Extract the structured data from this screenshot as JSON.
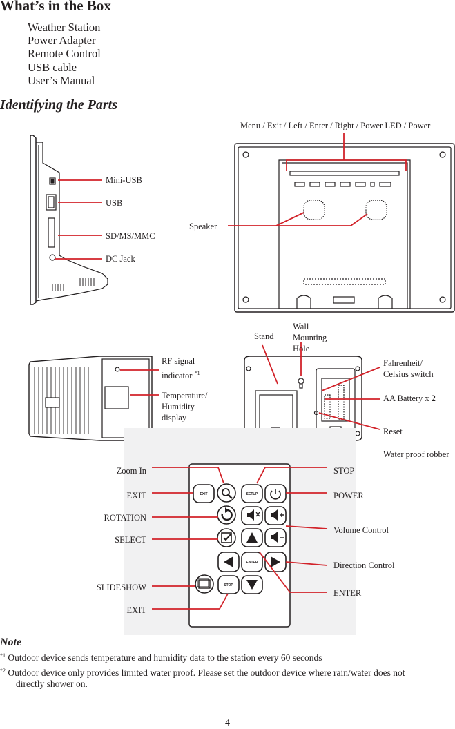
{
  "box": {
    "title": "What’s in the Box",
    "items": [
      "Weather Station",
      "Power Adapter",
      "Remote Control",
      "USB cable",
      "User’s Manual"
    ]
  },
  "parts": {
    "title": "Identifying the Parts",
    "side": {
      "mini_usb": "Mini-USB",
      "usb": "USB",
      "sd": "SD/MS/MMC",
      "dc": "DC Jack"
    },
    "back": {
      "top": "Menu / Exit / Left / Enter / Right / Power LED / Power",
      "speaker": "Speaker"
    },
    "outdoor": {
      "rf": "RF signal",
      "rf2": "indicator",
      "rf_sup": "*1",
      "temp": "Temperature/",
      "temp2": "Humidity",
      "temp3": "display",
      "stand": "Stand",
      "wall": "Wall",
      "wall2": "Mounting",
      "wall3": "Hole",
      "fahrenheit": "Fahrenheit/",
      "celsius": "Celsius switch",
      "battery": "AA Battery x 2",
      "reset": "Reset",
      "waterproof": "Water proof robber"
    },
    "remote": {
      "zoom_in": "Zoom In",
      "exit": "EXIT",
      "rotation": "ROTATION",
      "select": "SELECT",
      "slideshow": "SLIDESHOW",
      "exit2": "EXIT",
      "stop": "STOP",
      "power": "POWER",
      "volume": "Volume Control",
      "direction": "Direction Control",
      "enter": "ENTER",
      "btn_exit": "EXIT",
      "btn_setup": "SETUP",
      "btn_enter": "ENTER",
      "btn_stop": "STOP"
    }
  },
  "note": {
    "title": "Note",
    "n1_mark": "*1",
    "n1": "Outdoor device sends temperature and humidity data to the station every 60 seconds",
    "n2_mark": "*2",
    "n2a": "Outdoor device only provides limited water proof. Please set the outdoor device where rain/water does not",
    "n2b": "directly shower on."
  },
  "page_number": "4",
  "colors": {
    "red": "#d2232a",
    "text": "#231f20",
    "line": "#231f20"
  }
}
